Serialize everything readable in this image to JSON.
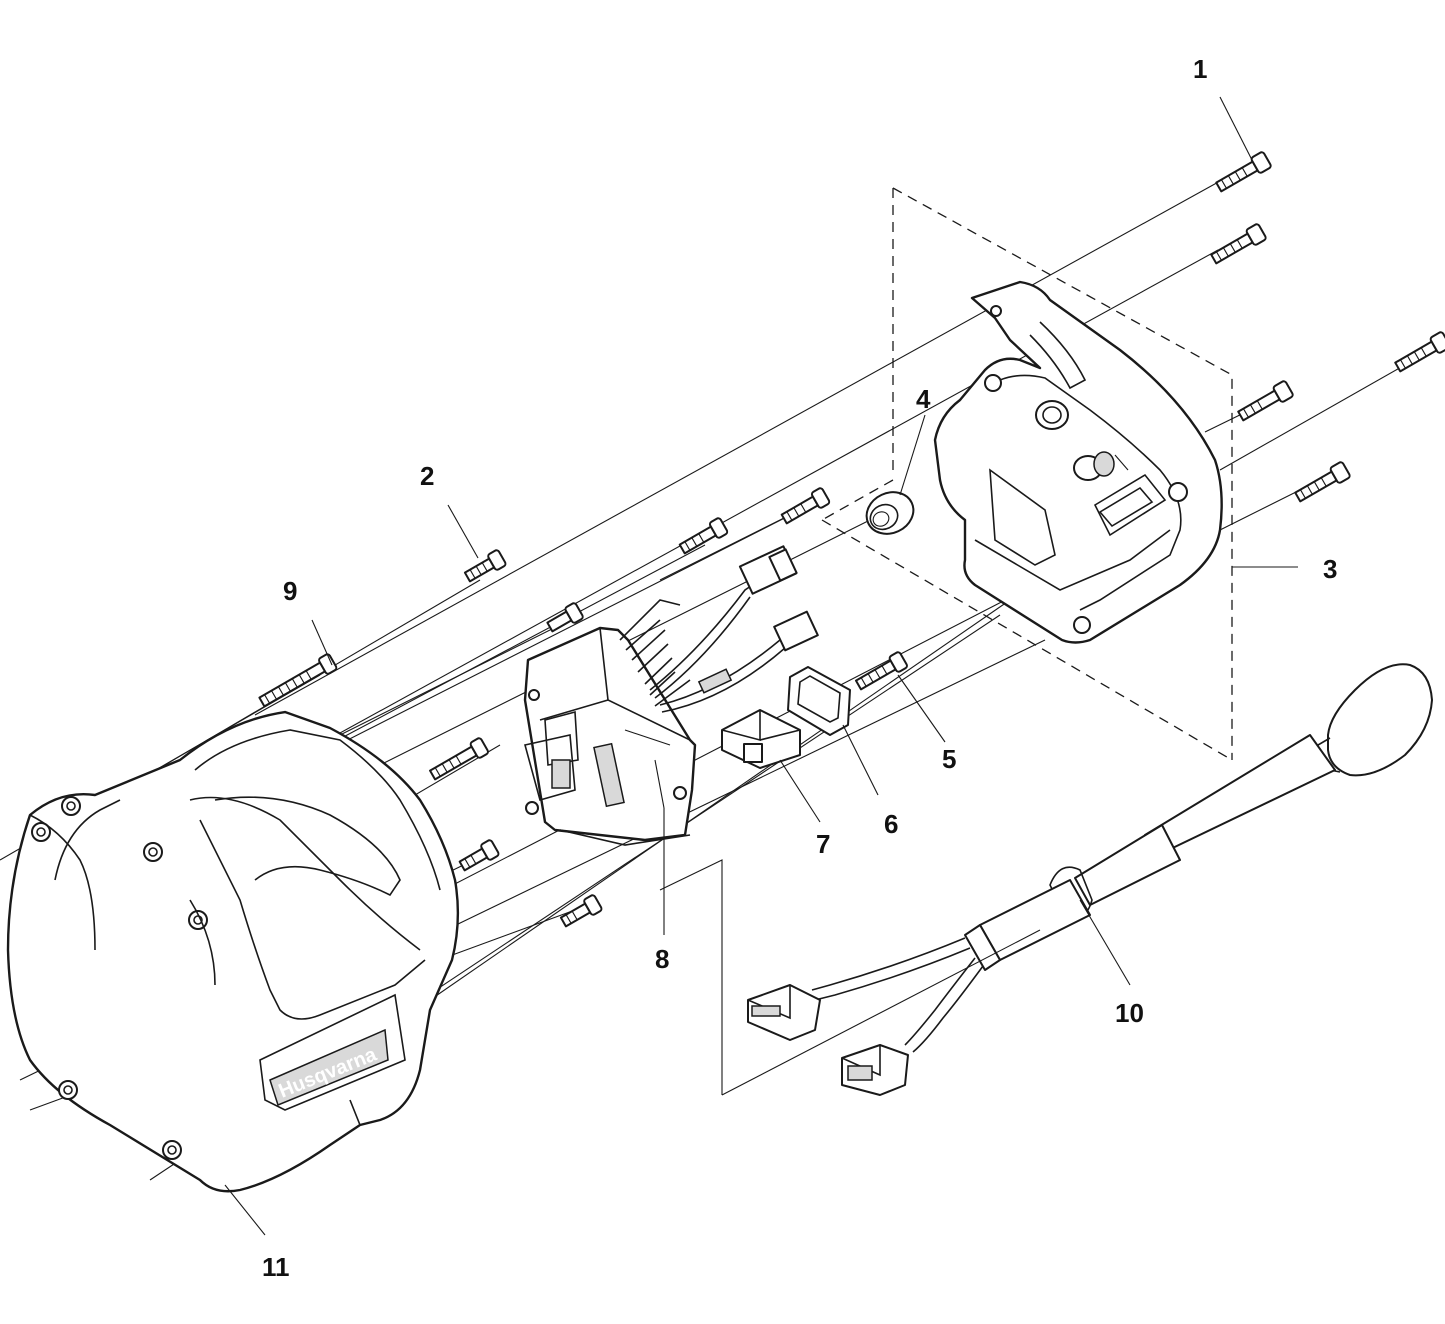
{
  "diagram": {
    "callouts": [
      {
        "id": "1",
        "label": "1"
      },
      {
        "id": "2",
        "label": "2"
      },
      {
        "id": "3",
        "label": "3"
      },
      {
        "id": "4",
        "label": "4"
      },
      {
        "id": "5",
        "label": "5"
      },
      {
        "id": "6",
        "label": "6"
      },
      {
        "id": "7",
        "label": "7"
      },
      {
        "id": "8",
        "label": "8"
      },
      {
        "id": "9",
        "label": "9"
      },
      {
        "id": "10",
        "label": "10"
      },
      {
        "id": "11",
        "label": "11"
      }
    ],
    "housing_brand": "Husqvarna",
    "line_color": "#1a1a1a",
    "background": "#ffffff"
  }
}
